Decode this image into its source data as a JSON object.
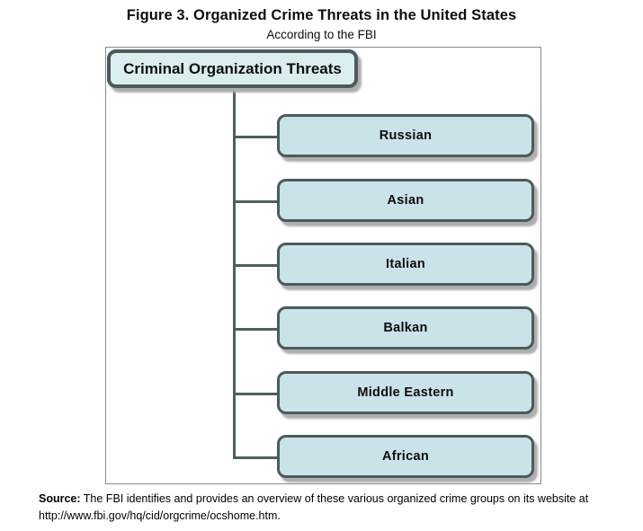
{
  "header": {
    "title": "Figure 3. Organized Crime Threats in the United States",
    "subtitle": "According to the FBI"
  },
  "diagram": {
    "type": "org-chart",
    "root": "Criminal Organization Threats",
    "children": [
      {
        "label": "Russian"
      },
      {
        "label": "Asian"
      },
      {
        "label": "Italian"
      },
      {
        "label": "Balkan"
      },
      {
        "label": "Middle Eastern"
      },
      {
        "label": "African"
      }
    ]
  },
  "source": {
    "prefix": "Source:",
    "line1": " The FBI identifies and provides an overview of these various organized crime groups on its website at",
    "line2": "http://www.fbi.gov/hq/cid/orgcrime/ocshome.htm."
  },
  "colors": {
    "box_fill": "#c9e3e8",
    "root_fill": "#daeef0",
    "node_border": "#4b5b5b",
    "line_color": "#4f5e5e",
    "shadow_color": "#aeaeae",
    "frame_border": "#8a8a8a"
  }
}
